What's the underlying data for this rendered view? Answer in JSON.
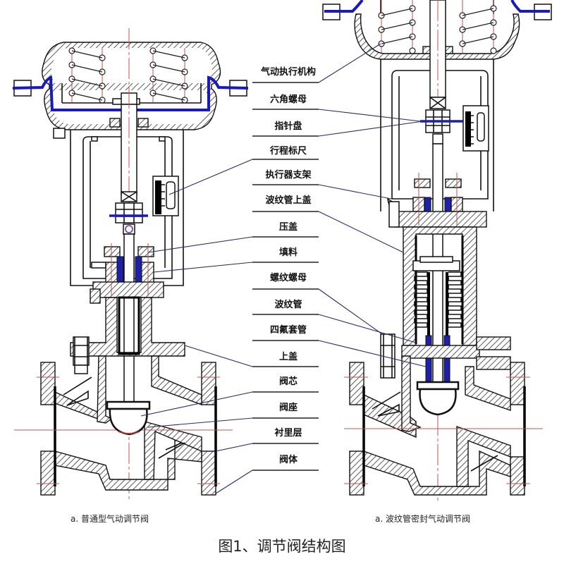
{
  "figure": {
    "title": "图1、调节阀结构图",
    "captions": {
      "left": "a. 普通型气动调节阀",
      "right": "a. 波纹管密封气动调节阀"
    },
    "labels": [
      {
        "id": "pneumatic-actuator",
        "text": "气动执行机构"
      },
      {
        "id": "hex-nut",
        "text": "六角螺母"
      },
      {
        "id": "indicator-disc",
        "text": "指针盘"
      },
      {
        "id": "stroke-scale",
        "text": "行程标尺"
      },
      {
        "id": "actuator-bracket",
        "text": "执行器支架"
      },
      {
        "id": "bellows-upper-cover",
        "text": "波纹管上盖"
      },
      {
        "id": "gland",
        "text": "压盖"
      },
      {
        "id": "packing",
        "text": "填料"
      },
      {
        "id": "threaded-nut",
        "text": "螺纹螺母"
      },
      {
        "id": "bellows",
        "text": "波纹管"
      },
      {
        "id": "ptfe-sleeve",
        "text": "四氟套管"
      },
      {
        "id": "bonnet",
        "text": "上盖"
      },
      {
        "id": "valve-plug",
        "text": "阀芯"
      },
      {
        "id": "valve-seat",
        "text": "阀座"
      },
      {
        "id": "lining",
        "text": "衬里层"
      },
      {
        "id": "valve-body",
        "text": "阀体"
      }
    ]
  },
  "colors": {
    "diaphragm": "#1a1ab8",
    "centerline": "#c0504d",
    "outline": "#111111",
    "leader": "#2a2a6a"
  }
}
